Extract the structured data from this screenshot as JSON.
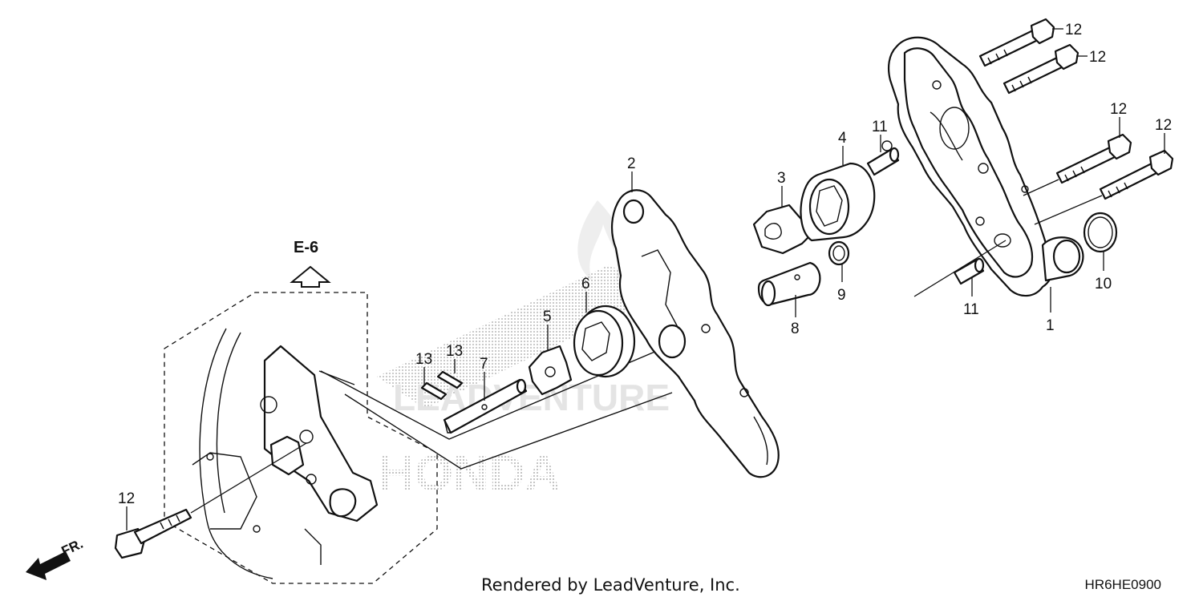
{
  "reference_label": "E-6",
  "direction_label": "FR.",
  "credit": "Rendered by LeadVenture, Inc.",
  "diagram_code": "HR6HE0900",
  "watermark": {
    "brand_top": "LEADVENTURE",
    "brand_bottom": "HONDA"
  },
  "callouts": {
    "c1": "1",
    "c2": "2",
    "c3": "3",
    "c4": "4",
    "c5": "5",
    "c6": "6",
    "c7": "7",
    "c8": "8",
    "c9": "9",
    "c10": "10",
    "c11a": "11",
    "c11b": "11",
    "c12a": "12",
    "c12b": "12",
    "c12c": "12",
    "c12d": "12",
    "c12e": "12",
    "c13a": "13",
    "c13b": "13"
  }
}
